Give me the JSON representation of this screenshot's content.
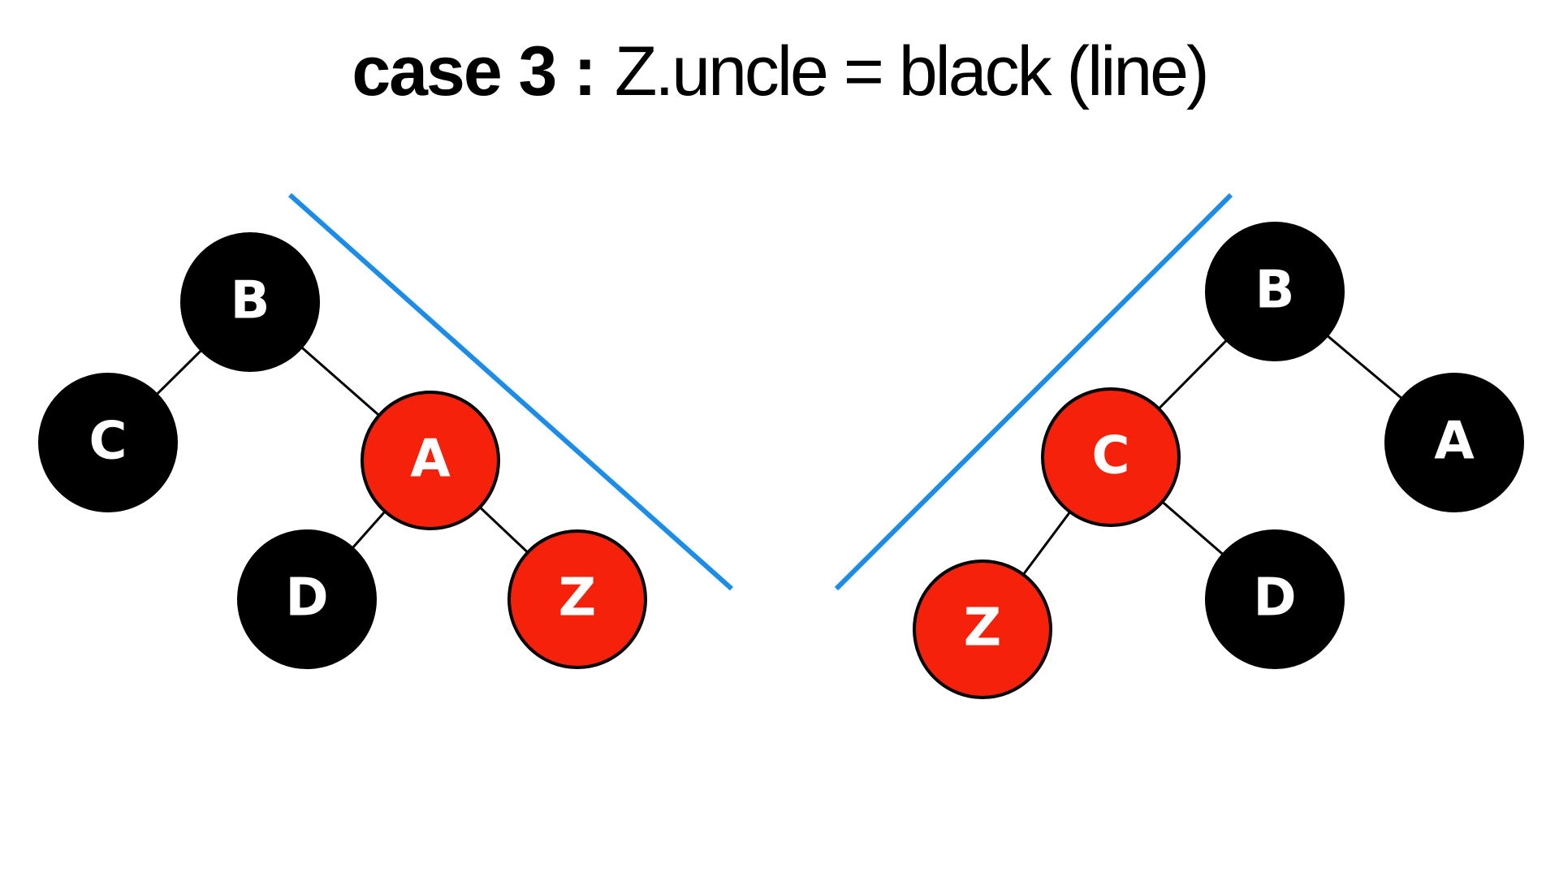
{
  "title": {
    "bold": "case 3 :",
    "rest": "Z.uncle = black (line)"
  },
  "colors": {
    "black_node": "#000000",
    "red_node": "#f5210a",
    "guide_line": "#1b8de8",
    "label": "#ffffff"
  },
  "left_tree": {
    "nodes": [
      {
        "label": "B",
        "color": "black"
      },
      {
        "label": "C",
        "color": "black"
      },
      {
        "label": "A",
        "color": "red"
      },
      {
        "label": "D",
        "color": "black"
      },
      {
        "label": "Z",
        "color": "red"
      }
    ]
  },
  "right_tree": {
    "nodes": [
      {
        "label": "B",
        "color": "black"
      },
      {
        "label": "C",
        "color": "red"
      },
      {
        "label": "A",
        "color": "black"
      },
      {
        "label": "Z",
        "color": "red"
      },
      {
        "label": "D",
        "color": "black"
      }
    ]
  }
}
